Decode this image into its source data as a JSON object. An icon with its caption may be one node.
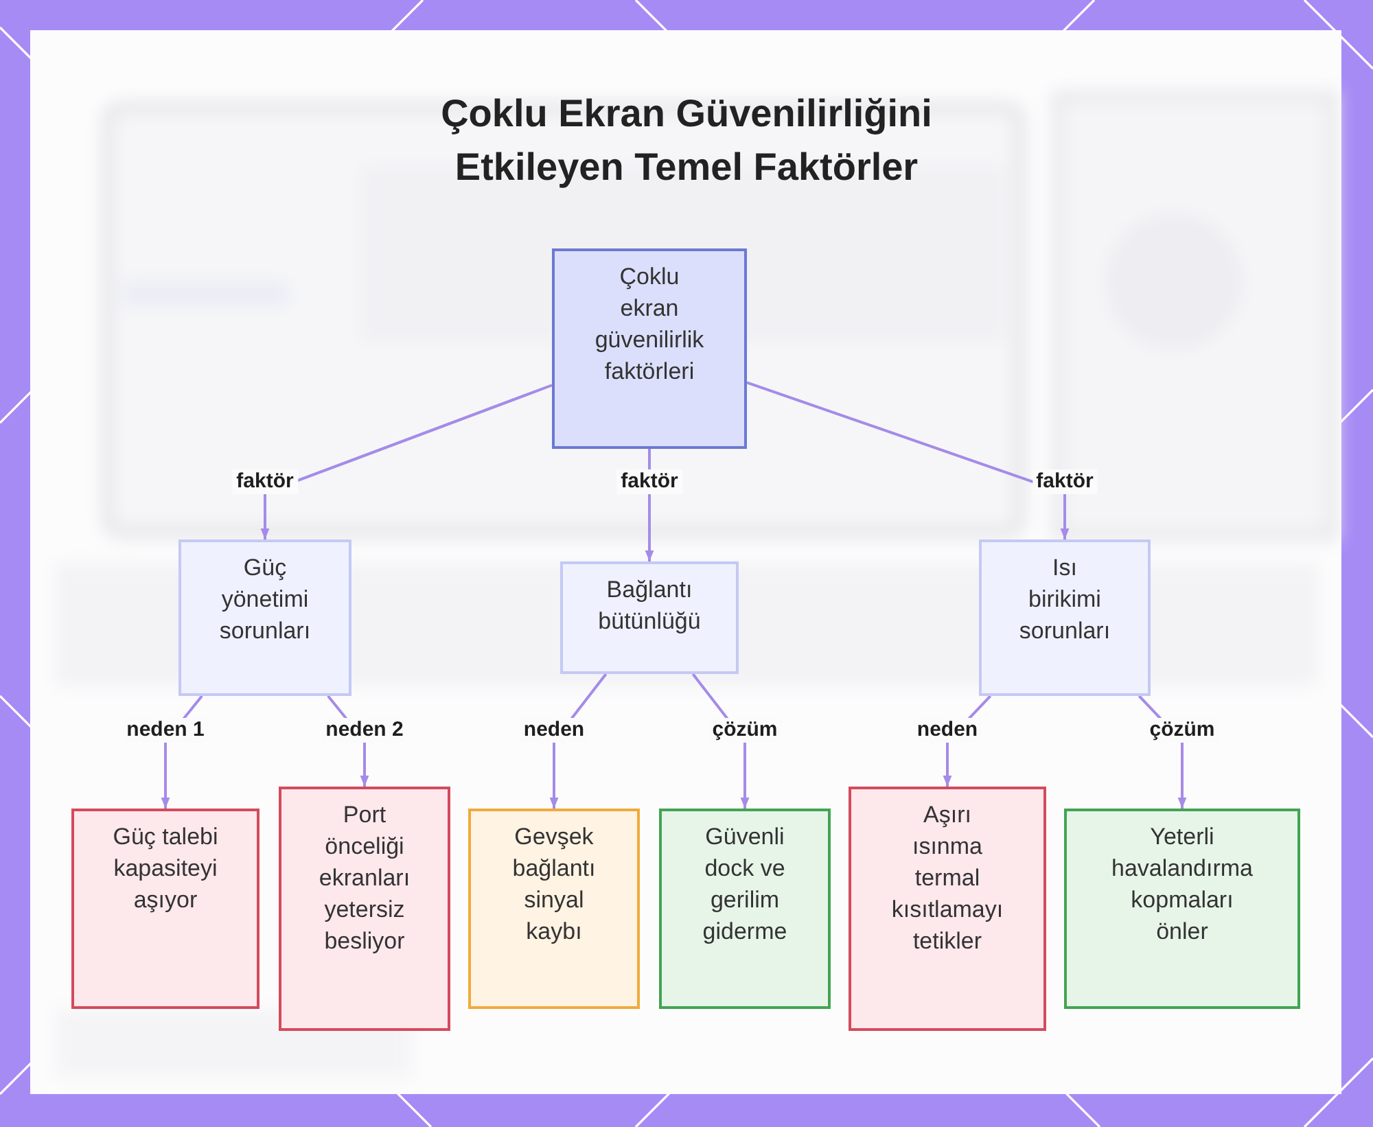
{
  "diagram": {
    "title": "Çoklu Ekran Güvenilirliğini Etkileyen Temel Faktörler",
    "nodes": [
      {
        "text": [
          "Çoklu ekran güvenilirlik faktörleri"
        ]
      },
      {
        "text": [
          "Güç yönetimi sorunları"
        ]
      },
      {
        "text": [
          "Bağlantı bütünlüğü"
        ]
      },
      {
        "text": [
          "Isı birikimi sorunları"
        ]
      },
      {
        "text": [
          "Güç talebi kapasiteyi aşıyor"
        ]
      },
      {
        "text": [
          "Port önceliği ekranları yetersiz besliyor"
        ]
      },
      {
        "text": [
          "Gevşek bağlantı sinyal kaybı"
        ]
      },
      {
        "text": [
          "Güvenli dock ve gerilim giderme"
        ]
      },
      {
        "text": [
          "Aşırı ısınma termal kısıtlamayı tetikler"
        ]
      },
      {
        "text": [
          "Yeterli havalandırma kopmaları önler"
        ]
      }
    ],
    "edges": [
      {
        "from": 0,
        "to": 1,
        "arrow": "to",
        "label": "faktör"
      },
      {
        "from": 0,
        "to": 2,
        "arrow": "to",
        "label": "faktör"
      },
      {
        "from": 0,
        "to": 3,
        "arrow": "to",
        "label": "faktör"
      },
      {
        "from": 1,
        "to": 4,
        "arrow": "to",
        "label": "neden 1"
      },
      {
        "from": 1,
        "to": 5,
        "arrow": "to",
        "label": "neden 2"
      },
      {
        "from": 2,
        "to": 6,
        "arrow": "to",
        "label": "neden"
      },
      {
        "from": 2,
        "to": 7,
        "arrow": "to",
        "label": "çözüm"
      },
      {
        "from": 3,
        "to": 8,
        "arrow": "to",
        "label": "neden"
      },
      {
        "from": 3,
        "to": 9,
        "arrow": "to",
        "label": "çözüm"
      }
    ]
  }
}
